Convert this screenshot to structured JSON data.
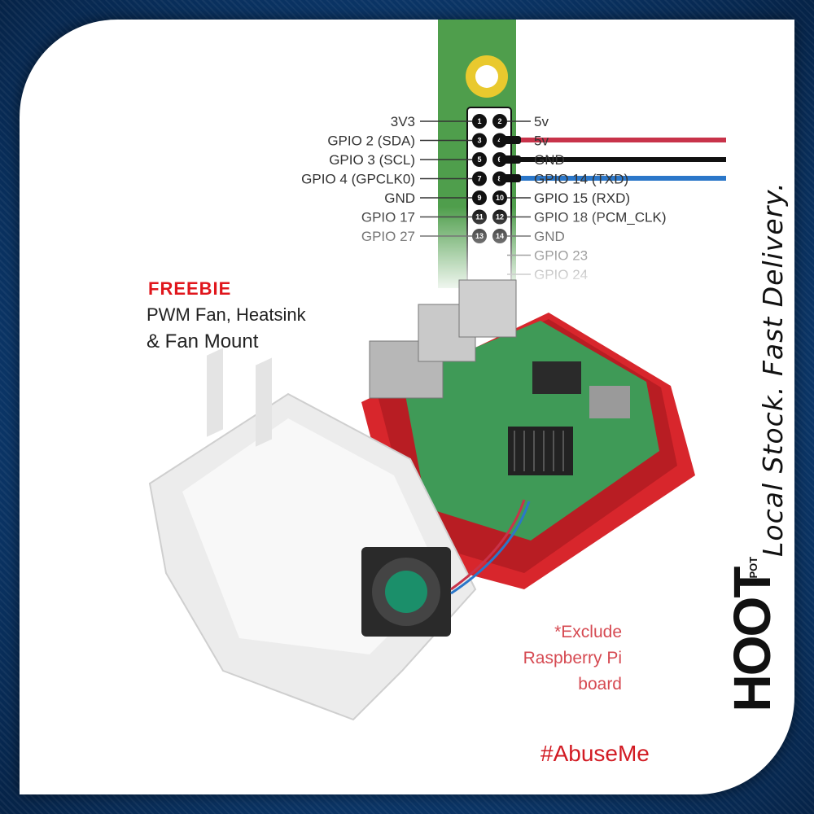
{
  "pinout": {
    "left": [
      "3V3",
      "GPIO 2 (SDA)",
      "GPIO 3 (SCL)",
      "GPIO 4 (GPCLK0)",
      "GND",
      "GPIO 17",
      "GPIO 27"
    ],
    "right": [
      "5v",
      "5v",
      "GND",
      "GPIO 14 (TXD)",
      "GPIO 15 (RXD)",
      "GPIO 18 (PCM_CLK)",
      "GND",
      "GPIO 23",
      "GPIO 24"
    ],
    "numbers": [
      "1",
      "2",
      "3",
      "4",
      "5",
      "6",
      "7",
      "8",
      "9",
      "10",
      "11",
      "12",
      "13",
      "14"
    ],
    "wire_colors": {
      "five_v": "#c8334a",
      "gnd": "#111111",
      "txd": "#2b77c9"
    }
  },
  "freebie": {
    "title": "FREEBIE",
    "line1": "PWM Fan, Heatsink",
    "line2": "& Fan Mount"
  },
  "exclude_note": {
    "line1": "*Exclude",
    "line2": "Raspberry Pi",
    "line3": "board"
  },
  "hashtag": "#AbuseMe",
  "slogan": "Local Stock. Fast Delivery.",
  "brand": {
    "name": "HOOT",
    "sub": "SPOT"
  },
  "colors": {
    "frame": "#0d3d73",
    "accent_red": "#e0161c",
    "case_red": "#d8262c",
    "board_green": "#3f9a57"
  }
}
